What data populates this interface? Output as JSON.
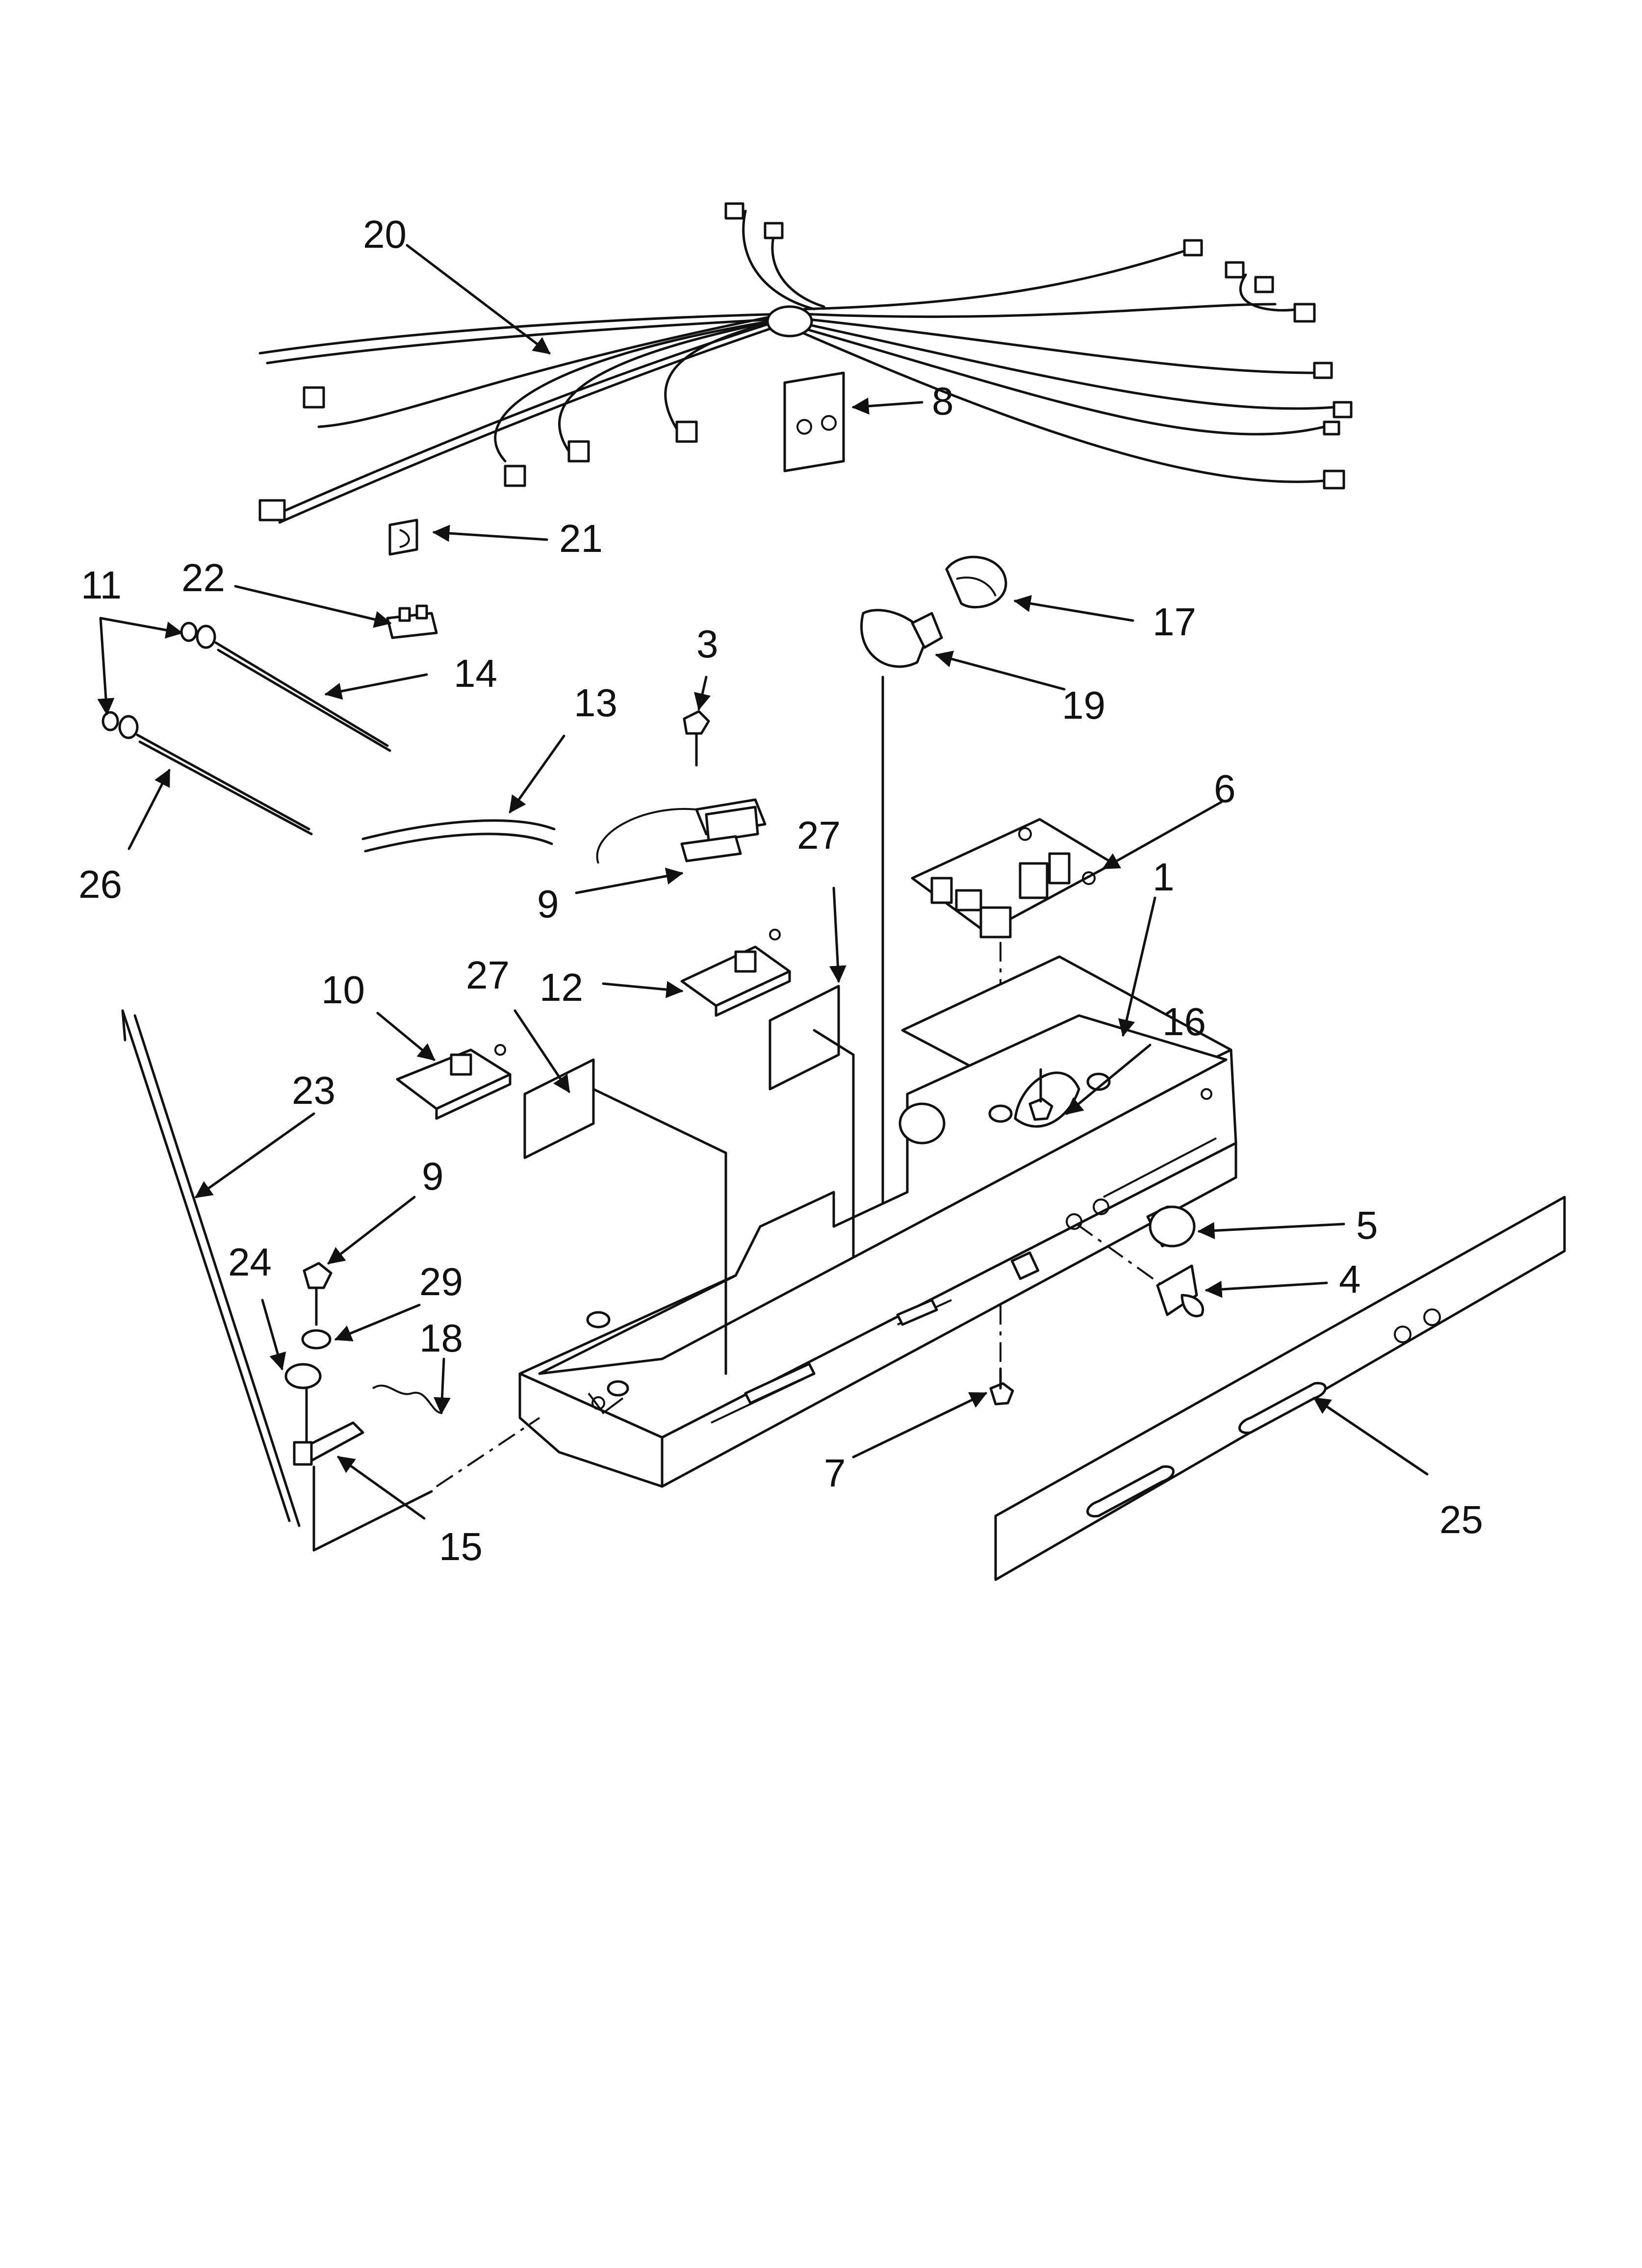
{
  "diagram": {
    "callouts": [
      {
        "id": "c20",
        "text": "20"
      },
      {
        "id": "c8",
        "text": "8"
      },
      {
        "id": "c21",
        "text": "21"
      },
      {
        "id": "c11",
        "text": "11"
      },
      {
        "id": "c22",
        "text": "22"
      },
      {
        "id": "c14",
        "text": "14"
      },
      {
        "id": "c3",
        "text": "3"
      },
      {
        "id": "c17",
        "text": "17"
      },
      {
        "id": "c19",
        "text": "19"
      },
      {
        "id": "c13",
        "text": "13"
      },
      {
        "id": "c26",
        "text": "26"
      },
      {
        "id": "c6",
        "text": "6"
      },
      {
        "id": "c9a",
        "text": "9"
      },
      {
        "id": "c27a",
        "text": "27"
      },
      {
        "id": "c1",
        "text": "1"
      },
      {
        "id": "c10",
        "text": "10"
      },
      {
        "id": "c27b",
        "text": "27"
      },
      {
        "id": "c12",
        "text": "12"
      },
      {
        "id": "c16",
        "text": "16"
      },
      {
        "id": "c23",
        "text": "23"
      },
      {
        "id": "c9b",
        "text": "9"
      },
      {
        "id": "c5",
        "text": "5"
      },
      {
        "id": "c24",
        "text": "24"
      },
      {
        "id": "c29",
        "text": "29"
      },
      {
        "id": "c18",
        "text": "18"
      },
      {
        "id": "c4",
        "text": "4"
      },
      {
        "id": "c7",
        "text": "7"
      },
      {
        "id": "c25",
        "text": "25"
      },
      {
        "id": "c15",
        "text": "15"
      }
    ]
  }
}
